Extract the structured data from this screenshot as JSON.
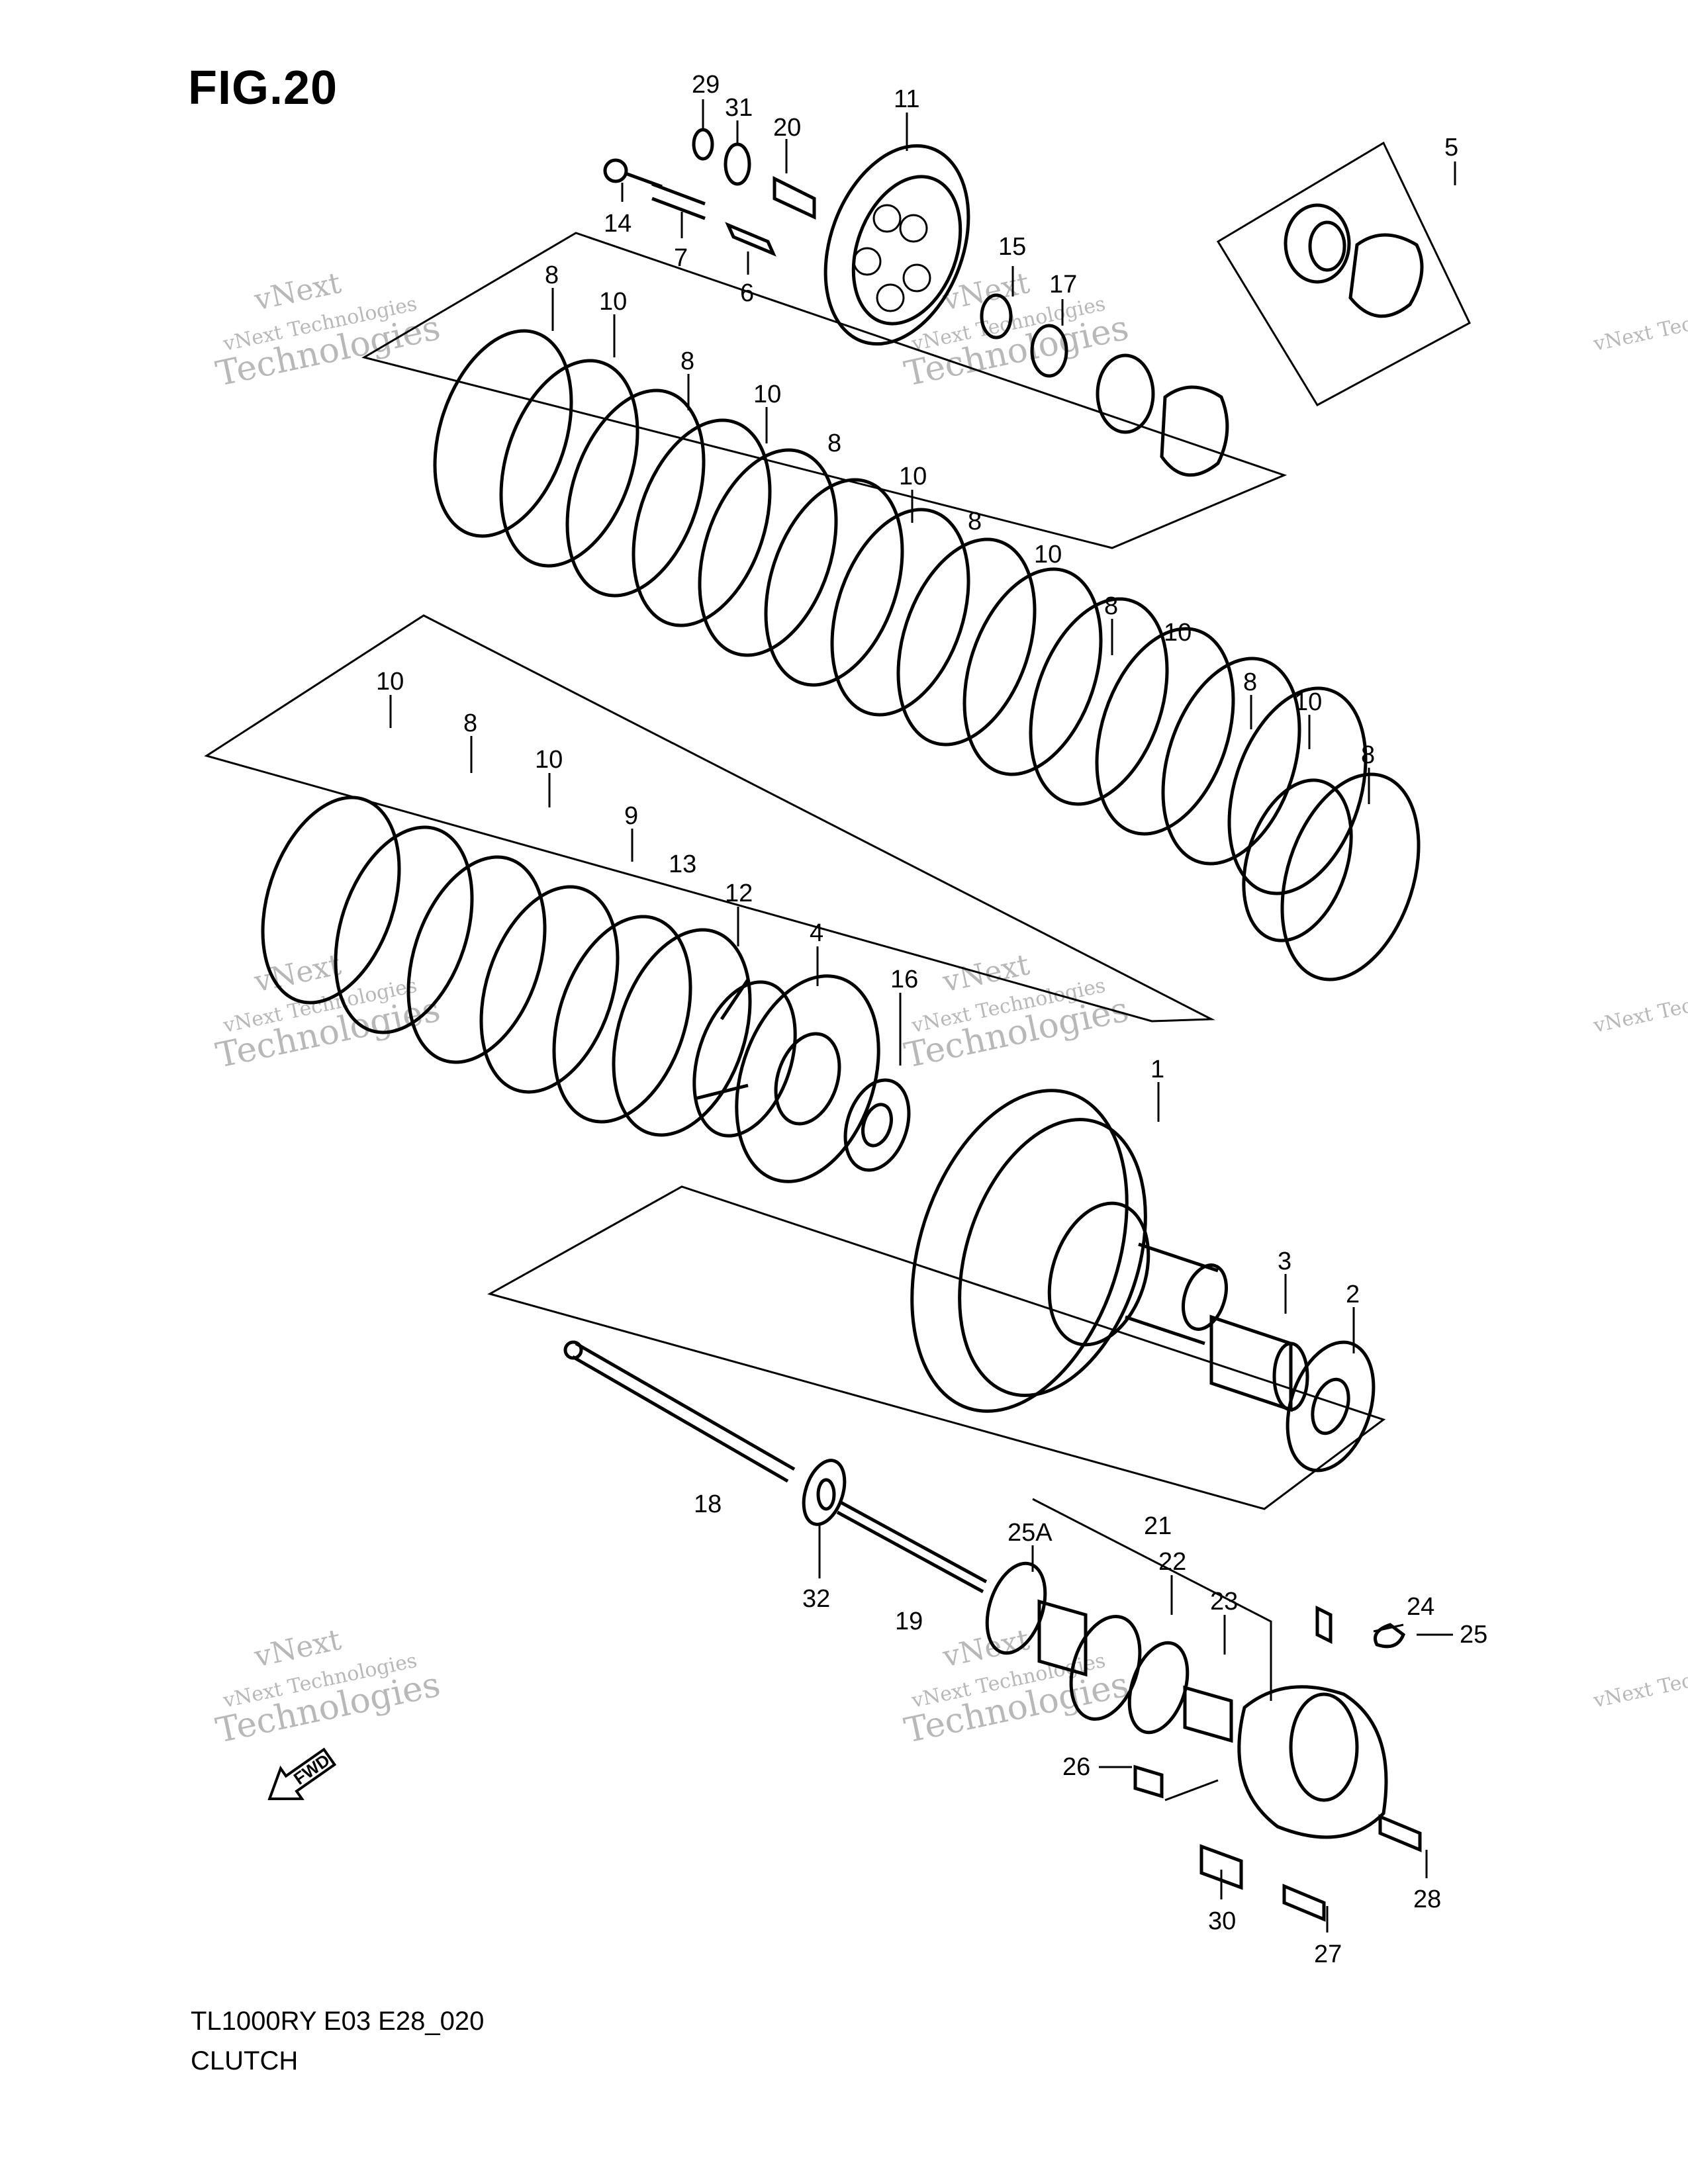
{
  "figure": {
    "title": "FIG.20"
  },
  "footer": {
    "model_code": "TL1000RY E03 E28_020",
    "group_name": "CLUTCH"
  },
  "watermark": {
    "line1": "vNext",
    "line2": "vNext Technologies",
    "line3": "Technologies"
  },
  "direction_arrow": {
    "label": "FWD"
  },
  "callouts": [
    "29",
    "31",
    "20",
    "11",
    "14",
    "7",
    "6",
    "15",
    "17",
    "5",
    "8",
    "10",
    "8",
    "10",
    "8",
    "10",
    "8",
    "10",
    "8",
    "10",
    "8",
    "10",
    "8",
    "10",
    "8",
    "10",
    "9",
    "13",
    "12",
    "4",
    "16",
    "1",
    "3",
    "2",
    "18",
    "32",
    "25A",
    "21",
    "19",
    "22",
    "23",
    "24",
    "25",
    "26",
    "30",
    "28",
    "27"
  ]
}
